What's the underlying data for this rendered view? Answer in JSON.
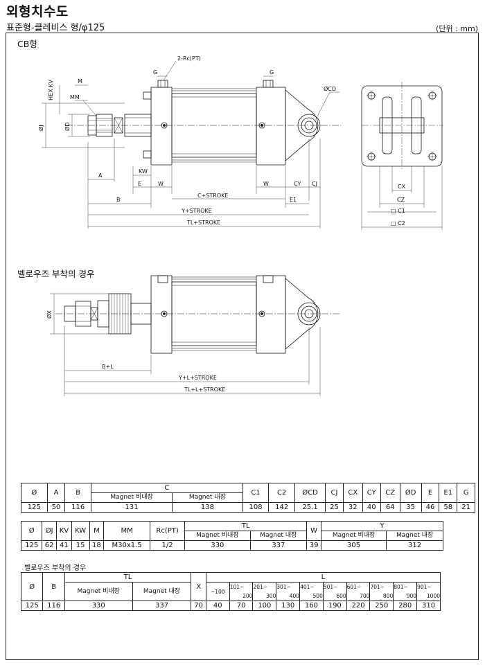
{
  "title": "외형치수도",
  "subtitle": "표준형-클레비스 형/φ125",
  "unit": "(단위 : mm)",
  "section_cb": "CB형",
  "section_bellows": "벨로우즈 부착의 경우",
  "section_bellows_table": "벨로우즈 부착의 경우",
  "drawing_labels": {
    "rc_pt": "2-Rc(PT)",
    "g": "G",
    "m": "M",
    "hex_kv": "HEX KV",
    "mm": "MM",
    "phi_j": "ØJ",
    "phi_d": "ØD",
    "phi_cd": "ØCD",
    "a": "A",
    "kw": "KW",
    "e": "E",
    "w": "W",
    "c_stroke": "C+STROKE",
    "cy": "CY",
    "cj": "CJ",
    "b": "B",
    "e1": "E1",
    "y_stroke": "Y+STROKE",
    "tl_stroke": "TL+STROKE",
    "cx": "CX",
    "cz": "CZ",
    "c1": "□ C1",
    "c2": "□ C2",
    "phi_x": "ØX",
    "b_l": "B+L",
    "y_l_stroke": "Y+L+STROKE",
    "tl_l_stroke": "TL+L+STROKE"
  },
  "table1": {
    "headers": [
      "Ø",
      "A",
      "B",
      "C",
      "C1",
      "C2",
      "ØCD",
      "CJ",
      "CX",
      "CY",
      "CZ",
      "ØD",
      "E",
      "E1",
      "G"
    ],
    "c_sub": [
      "Magnet 비내장",
      "Magnet 내장"
    ],
    "row": [
      "125",
      "50",
      "116",
      "131",
      "138",
      "108",
      "142",
      "25.1",
      "25",
      "32",
      "40",
      "64",
      "35",
      "46",
      "58",
      "21"
    ]
  },
  "table2": {
    "headers": [
      "Ø",
      "ØJ",
      "KV",
      "KW",
      "M",
      "MM",
      "Rc(PT)",
      "TL",
      "W",
      "Y"
    ],
    "sub": [
      "Magnet 비내장",
      "Magnet 내장",
      "Magnet 비내장",
      "Magnet 내장"
    ],
    "row": [
      "125",
      "62",
      "41",
      "15",
      "18",
      "M30x1.5",
      "1/2",
      "330",
      "337",
      "39",
      "305",
      "312"
    ]
  },
  "table3": {
    "headers": [
      "Ø",
      "B",
      "TL",
      "X",
      "L"
    ],
    "tl_sub": [
      "Magnet 비내장",
      "Magnet 내장"
    ],
    "l_ranges": [
      {
        "a": "~100",
        "b": ""
      },
      {
        "a": "101~",
        "b": "200"
      },
      {
        "a": "201~",
        "b": "300"
      },
      {
        "a": "301~",
        "b": "400"
      },
      {
        "a": "401~",
        "b": "500"
      },
      {
        "a": "501~",
        "b": "600"
      },
      {
        "a": "601~",
        "b": "700"
      },
      {
        "a": "701~",
        "b": "800"
      },
      {
        "a": "801~",
        "b": "900"
      },
      {
        "a": "901~",
        "b": "1000"
      }
    ],
    "row": [
      "125",
      "116",
      "330",
      "337",
      "70",
      "40",
      "70",
      "100",
      "130",
      "160",
      "190",
      "220",
      "250",
      "280",
      "310"
    ]
  }
}
